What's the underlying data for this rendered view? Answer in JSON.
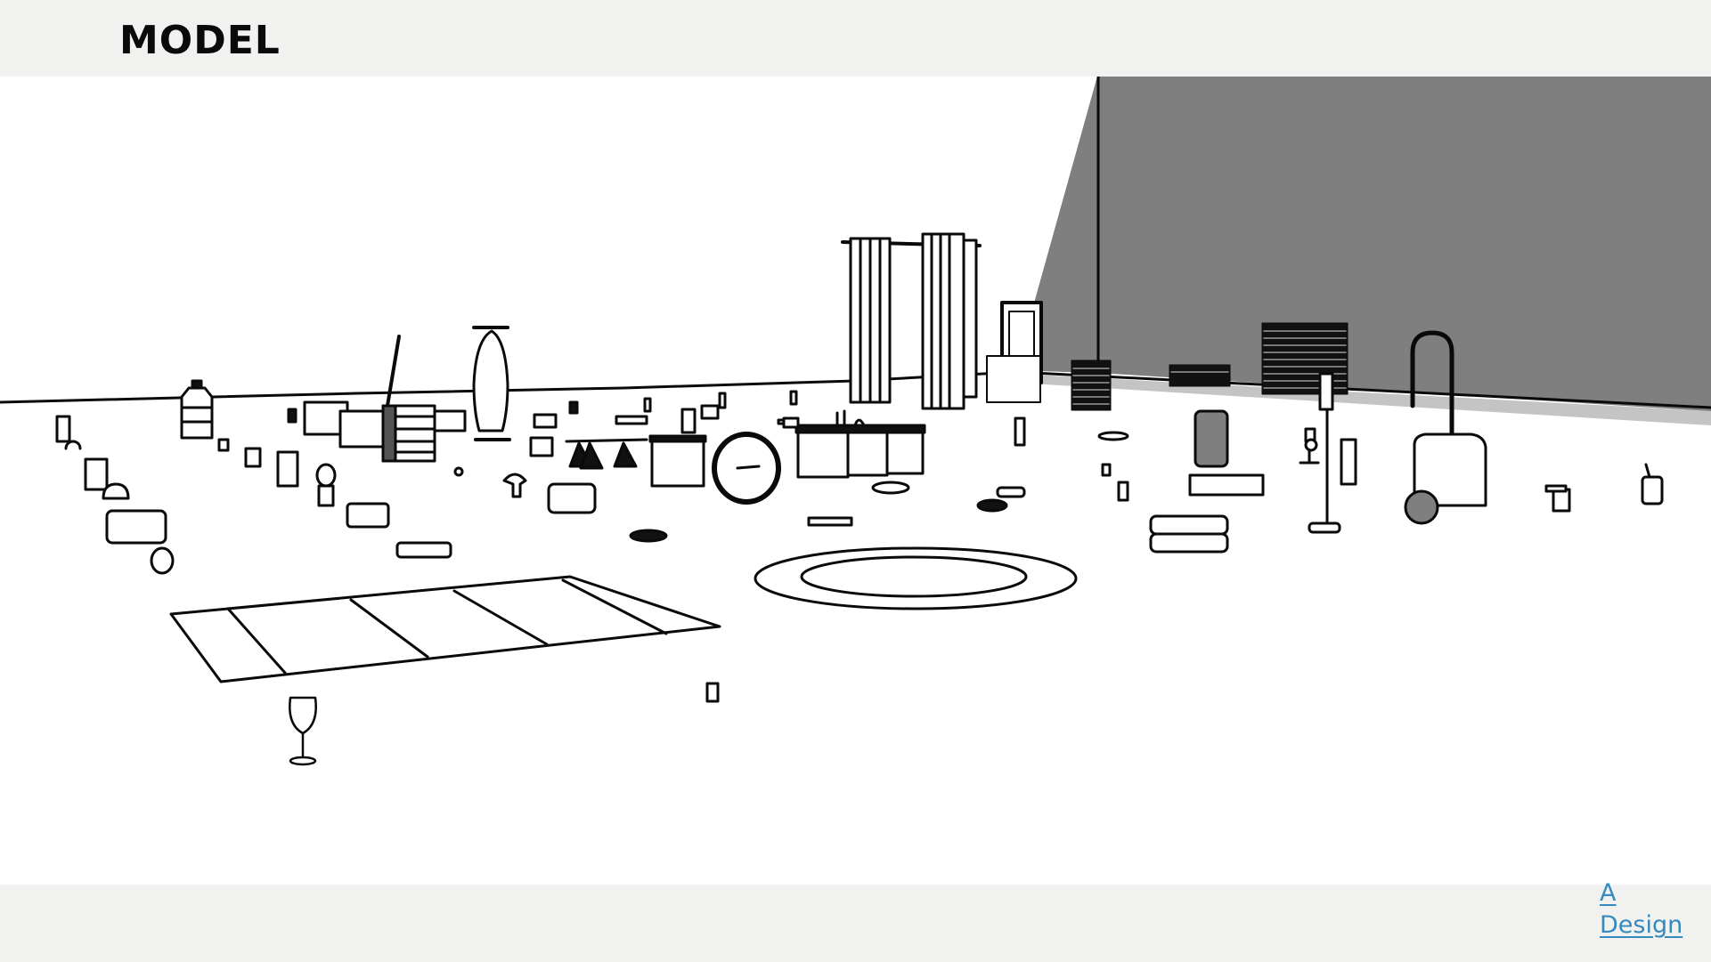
{
  "header": {
    "title": "MODEL"
  },
  "scene": {
    "description": "3D line-rendered model of household objects on a floor with a grey wall",
    "colors": {
      "wall": "#7f7f7f",
      "floor": "#ffffff",
      "line": "#0a0a0a",
      "shadow": "#8a8a8a"
    },
    "objects": [
      "water-jug",
      "drawer-unit",
      "mop",
      "ironing-board",
      "storage-boxes",
      "clothes-hangers",
      "trash-bin",
      "round-mirror",
      "kitchen-sink",
      "curtains",
      "standing-mirror",
      "window-blinds",
      "radiator",
      "suitcase",
      "stick-vacuum",
      "canister-vacuum",
      "cushions",
      "cooking-pot",
      "lamp",
      "round-rug",
      "floor-mat",
      "wine-glass"
    ]
  },
  "footer": {
    "link_line1": "A",
    "link_line2": "Design",
    "link_color": "#3489bd"
  }
}
